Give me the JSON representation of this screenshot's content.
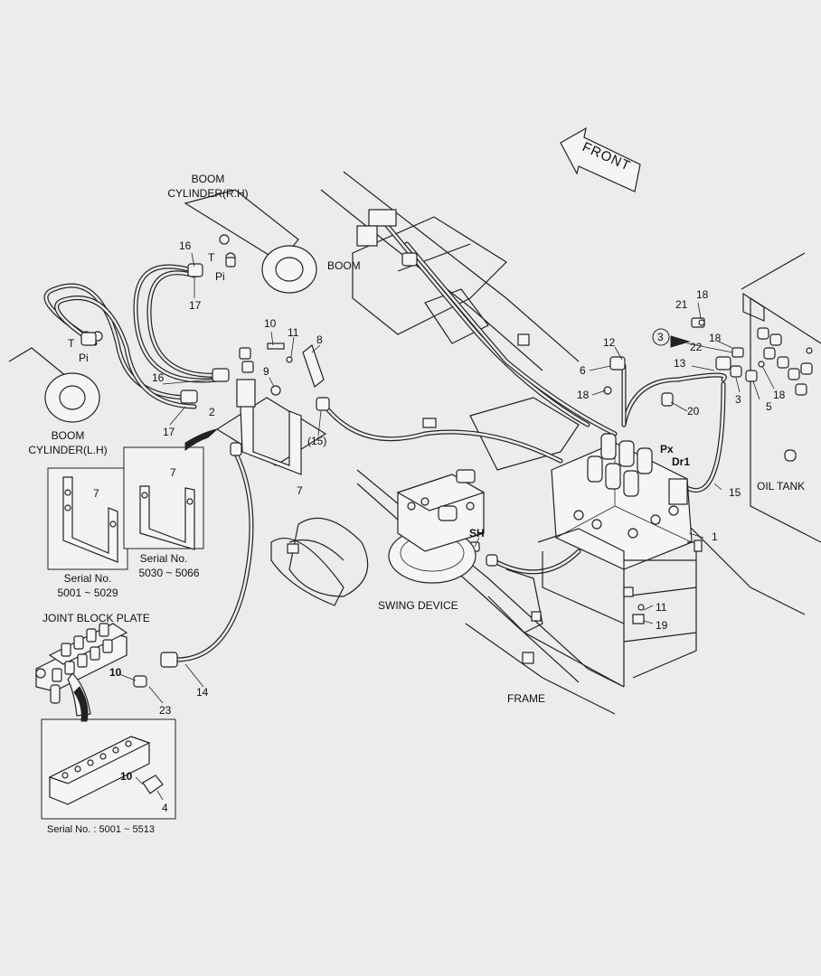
{
  "labels": {
    "front": "FRONT",
    "boom_cyl_rh_1": "BOOM",
    "boom_cyl_rh_2": "CYLINDER(R.H)",
    "boom": "BOOM",
    "boom_cyl_lh_1": "BOOM",
    "boom_cyl_lh_2": "CYLINDER(L.H)",
    "oil_tank": "OIL TANK",
    "swing_device": "SWING DEVICE",
    "frame": "FRAME",
    "joint_block_plate": "JOINT BLOCK PLATE",
    "serial_a_1": "Serial No.",
    "serial_a_2": "5001 ~ 5029",
    "serial_b_1": "Serial No.",
    "serial_b_2": "5030 ~ 5066",
    "serial_c": "Serial No. : 5001 ~ 5513",
    "port_t_rh": "T",
    "port_pi_rh": "Pi",
    "port_t_lh": "T",
    "port_pi_lh": "Pi",
    "port_px": "Px",
    "port_dr1": "Dr1",
    "port_sh": "SH"
  },
  "callouts": {
    "c16a": "16",
    "c17a": "17",
    "c16b": "16",
    "c17b": "17",
    "c10a": "10",
    "c11a": "11",
    "c8": "8",
    "c9": "9",
    "c2": "2",
    "c15a": "(15)",
    "c7a": "7",
    "c7b": "7",
    "c7c": "7",
    "c12": "12",
    "c6": "6",
    "c18a": "18",
    "c13": "13",
    "c20": "20",
    "c21": "21",
    "c18b": "18",
    "c3a": "3",
    "c22": "22",
    "c18c": "18",
    "c3b": "3",
    "c5": "5",
    "c18d": "18",
    "c15b": "15",
    "c1": "1",
    "c11b": "11",
    "c19": "19",
    "c14": "14",
    "c10b": "10",
    "c23": "23",
    "c10c": "10",
    "c4": "4"
  }
}
